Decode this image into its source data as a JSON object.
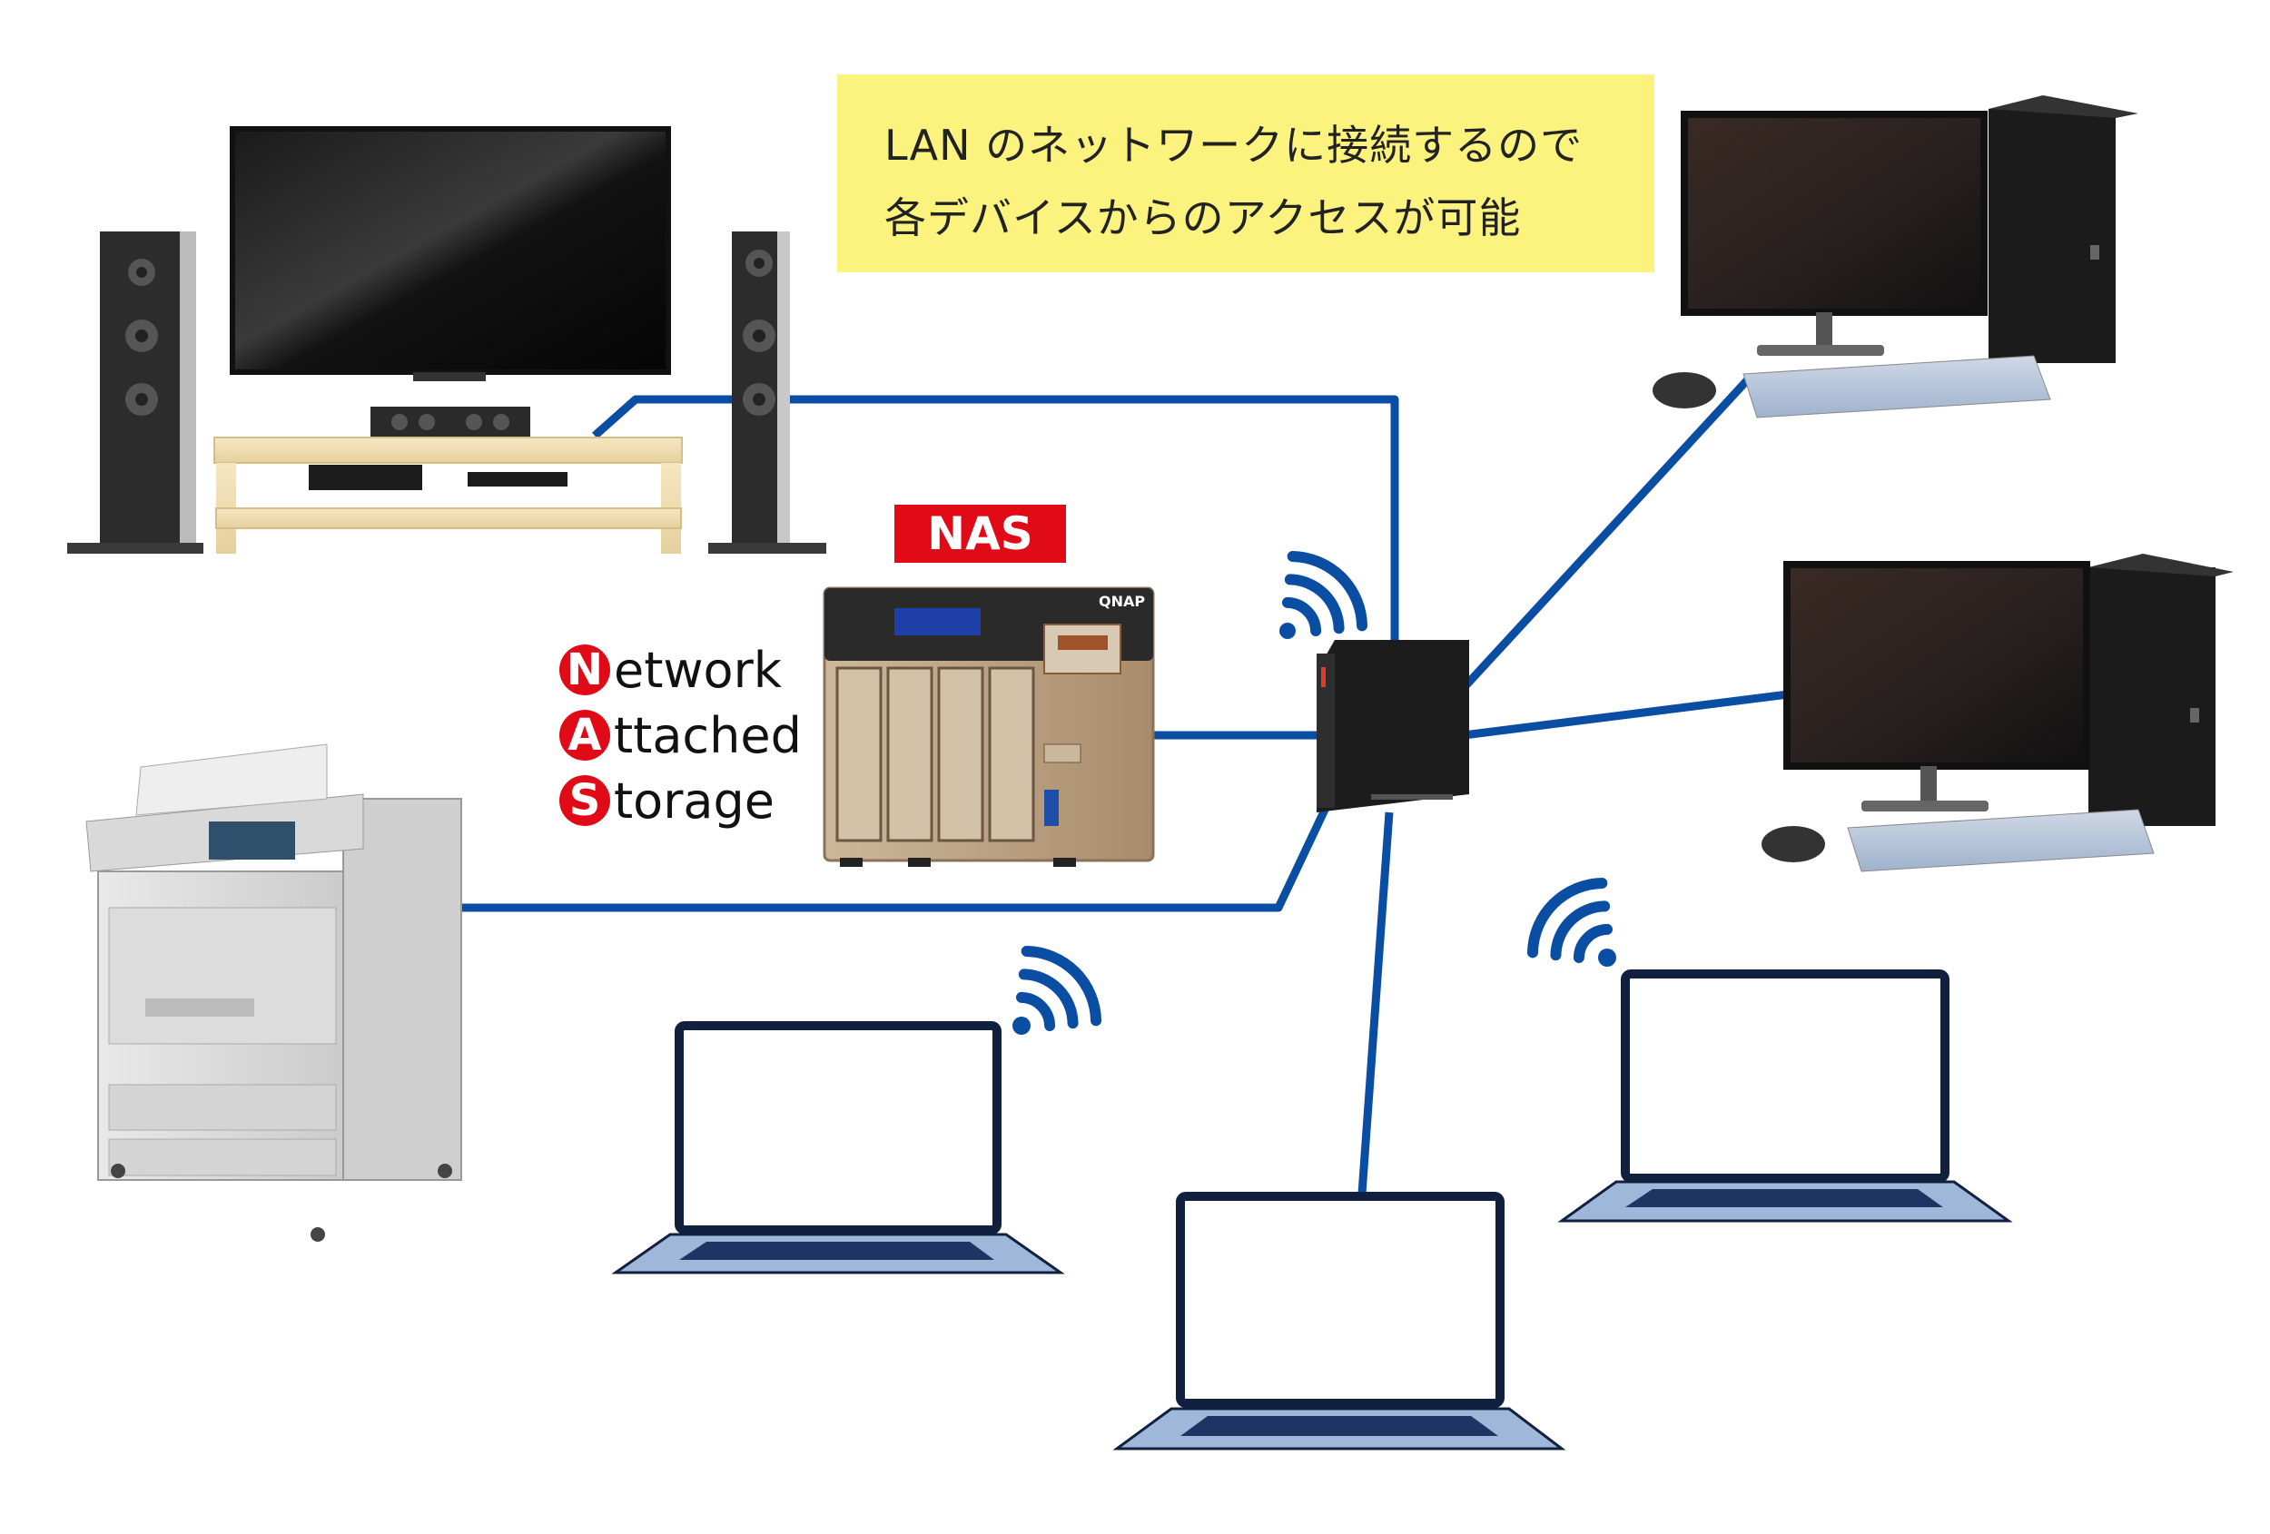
{
  "note": {
    "line1": "LAN のネットワークに接続するので",
    "line2": "各デバイスからのアクセスが可能"
  },
  "nas": {
    "badge": "NAS",
    "device_brand": "QNAP",
    "acronym": [
      {
        "letter": "N",
        "rest": "etwork"
      },
      {
        "letter": "A",
        "rest": "ttached"
      },
      {
        "letter": "S",
        "rest": "torage"
      }
    ]
  },
  "colors": {
    "link": "#0a4ea3",
    "note_bg": "#fbf37e",
    "accent_red": "#e10a17",
    "wifi": "#0a4ea3"
  },
  "devices": [
    "tv-home-theater",
    "nas",
    "router",
    "printer",
    "desktop-pc",
    "desktop-pc",
    "laptop",
    "laptop",
    "laptop"
  ]
}
